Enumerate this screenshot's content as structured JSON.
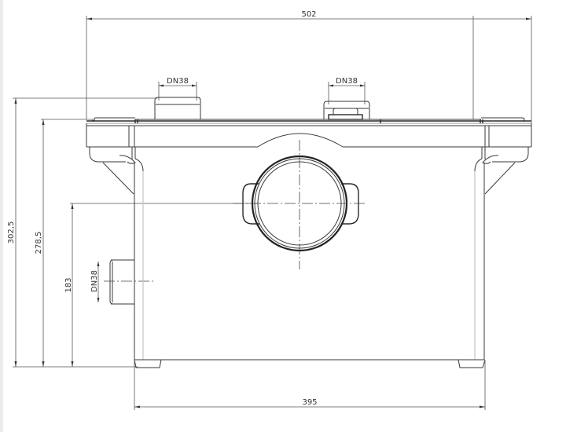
{
  "drawing": {
    "view": "front elevation",
    "units": "mm",
    "line_color": "#333333",
    "background": "#ffffff"
  },
  "dimensions": {
    "overall_width": "502",
    "base_width": "395",
    "overall_height": "302,5",
    "body_height": "278,5",
    "outlet_center_height": "183",
    "inlet_top_left": "DN38",
    "inlet_top_right": "DN38",
    "inlet_side": "DN38"
  }
}
